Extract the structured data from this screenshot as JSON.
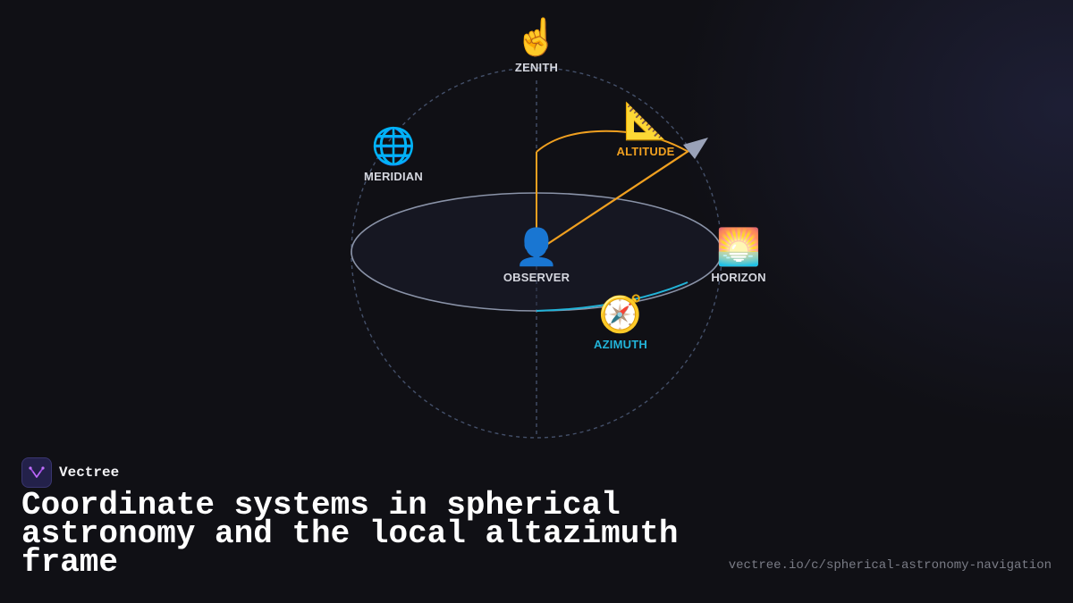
{
  "diagram": {
    "nodes": {
      "zenith": {
        "icon": "pointing-up-hand-icon",
        "glyph": "☝️",
        "label": "ZENITH"
      },
      "meridian": {
        "icon": "globe-icon",
        "glyph": "🌐",
        "label": "MERIDIAN"
      },
      "altitude": {
        "icon": "triangular-ruler-icon",
        "glyph": "📐",
        "label": "ALTITUDE"
      },
      "observer": {
        "icon": "person-silhouette-icon",
        "glyph": "👤",
        "label": "OBSERVER"
      },
      "horizon": {
        "icon": "sunrise-icon",
        "glyph": "🌅",
        "label": "HORIZON"
      },
      "azimuth": {
        "icon": "compass-icon",
        "glyph": "🧭",
        "label": "AZIMUTH"
      }
    },
    "colors": {
      "altitude": "#f0a020",
      "azimuth": "#22b3d8",
      "sphere": "#44506a",
      "horizon_plane": "#8a93a8",
      "star_marker": "#9aa2b8"
    }
  },
  "brand": {
    "name": "Vectree",
    "logo_icon": "vectree-logo-icon"
  },
  "title": "Coordinate systems in spherical astronomy and the local altazimuth frame",
  "url": "vectree.io/c/spherical-astronomy-navigation"
}
